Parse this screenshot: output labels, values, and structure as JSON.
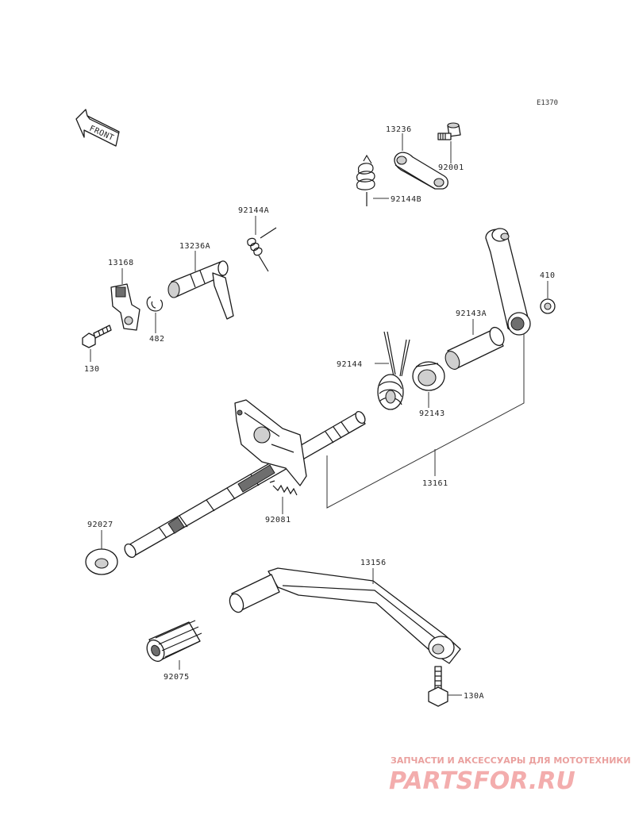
{
  "diagram": {
    "code": "E1370",
    "front_label": "FRONT",
    "parts": {
      "p13236": "13236",
      "p92001": "92001",
      "p92144B": "92144B",
      "p92144A": "92144A",
      "p13236A": "13236A",
      "p13168": "13168",
      "p482": "482",
      "p130": "130",
      "p410": "410",
      "p92143A": "92143A",
      "p92144": "92144",
      "p92143": "92143",
      "p13161": "13161",
      "p92081": "92081",
      "p92027": "92027",
      "p13156": "13156",
      "p92075": "92075",
      "p130A": "130A"
    }
  },
  "watermark": {
    "tagline": "ЗАПЧАСТИ И АКСЕССУАРЫ ДЛЯ МОТОТЕХНИКИ",
    "site": "PARTSFOR.RU"
  }
}
